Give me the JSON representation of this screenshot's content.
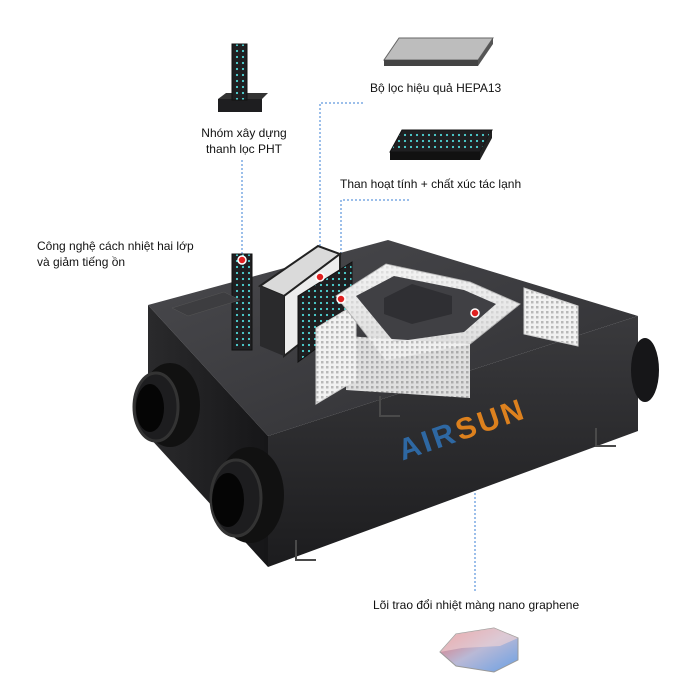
{
  "labels": {
    "hepa": "Bộ lọc hiệu quả HEPA13",
    "carbon": "Than hoạt tính + chất xúc tác lạnh",
    "pht_line1": "Nhóm xây dựng",
    "pht_line2": "thanh lọc PHT",
    "insulation_line1": "Công nghệ cách nhiệt hai lớp",
    "insulation_line2": "và giảm tiếng ồn",
    "core": "Lõi trao đổi nhiệt màng nano graphene"
  },
  "brand": {
    "part1": "AIR",
    "part2": "SUN",
    "color1": "#2f6fb0",
    "color2": "#f08a1c"
  },
  "colors": {
    "callout_line": "#3a7fd5",
    "callout_dot": "#e02020",
    "unit_body": "#2a2a2c",
    "filter_face": "#eeeeee"
  },
  "icons": {
    "hepa_filter": "hepa-filter-icon",
    "carbon_filter": "carbon-filter-icon",
    "pht_module": "pht-module-icon",
    "core": "heat-exchange-core-icon"
  }
}
